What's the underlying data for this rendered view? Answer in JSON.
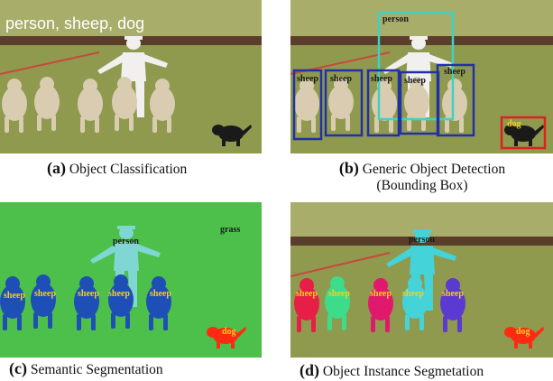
{
  "panels": {
    "a": {
      "overlay_text": "person, sheep, dog",
      "caption_letter": "(a)",
      "caption_text": "Object Classification"
    },
    "b": {
      "caption_letter": "(b)",
      "caption_text": "Generic Object Detection",
      "caption_sub": "(Bounding Box)",
      "labels": {
        "person": "person",
        "sheep_1": "sheep",
        "sheep_2": "sheep",
        "sheep_3": "sheep",
        "sheep_4": "sheep",
        "sheep_5": "sheep",
        "dog": "dog"
      }
    },
    "c": {
      "caption_letter": "(c)",
      "caption_text": "Semantic Segmentation",
      "labels": {
        "grass": "grass",
        "person": "person",
        "sheep_1": "sheep",
        "sheep_2": "sheep",
        "sheep_3": "sheep",
        "sheep_4": "sheep",
        "sheep_5": "sheep",
        "dog": "dog"
      }
    },
    "d": {
      "caption_letter": "(d)",
      "caption_text": "Object Instance Segmetation",
      "labels": {
        "person": "person",
        "sheep_1": "sheep",
        "sheep_2": "sheep",
        "sheep_3": "sheep",
        "sheep_4": "sheep",
        "sheep_5": "sheep",
        "dog": "dog"
      }
    }
  },
  "colors": {
    "grass_photo": "#8f9a4e",
    "hedge": "#5a3d2a",
    "seg_grass": "#4cc04a",
    "seg_person": "#7fd6d2",
    "seg_sheep": "#1e4fb6",
    "seg_dog": "#ff2a12",
    "box_person": "#3fd1c6",
    "box_sheep": "#2230a8",
    "box_dog": "#e0201e",
    "inst_sheep_1": "#e61f47",
    "inst_sheep_2": "#3ddc8a",
    "inst_sheep_3": "#e0196d",
    "inst_sheep_4": "#43d3d9",
    "inst_sheep_5": "#5a3ad0"
  }
}
